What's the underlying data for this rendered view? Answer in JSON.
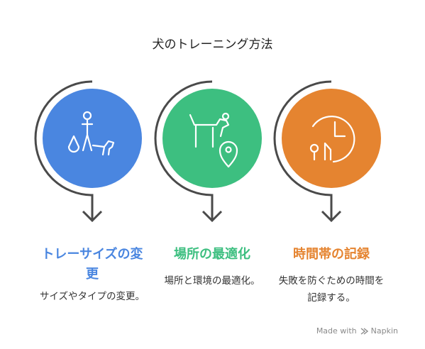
{
  "title": "犬のトレーニング方法",
  "steps": [
    {
      "title": "トレーサイズの変更",
      "description": "サイズやタイプの変更。",
      "color": "#4a86e0",
      "icon": "person-walking-dog-icon"
    },
    {
      "title": "場所の最適化",
      "description": "場所と環境の最適化。",
      "color": "#3dbf80",
      "icon": "dog-location-pin-icon"
    },
    {
      "title": "時間帯の記録",
      "description": "失敗を防ぐための時間を記録する。",
      "color": "#e58430",
      "icon": "clock-location-icon"
    }
  ],
  "footer": {
    "made_with": "Made with",
    "brand": "Napkin"
  }
}
